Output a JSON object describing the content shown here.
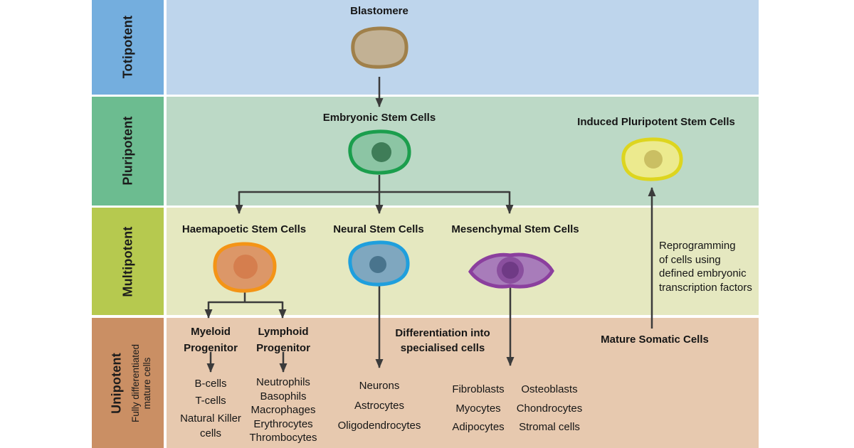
{
  "colors": {
    "arrow": "#3b3b3b",
    "totipotent_sidebar": "#74aede",
    "totipotent_band": "#bed5ec",
    "pluripotent_sidebar": "#6cbc90",
    "pluripotent_band": "#bcd9c6",
    "multipotent_sidebar": "#b6c94f",
    "multipotent_band": "#e5e8c0",
    "unipotent_sidebar": "#ca8f64",
    "unipotent_band": "#e7c9af",
    "blastomere_fill": "#c2b194",
    "blastomere_stroke": "#a0804a",
    "esc_fill": "#8cc5a4",
    "esc_stroke": "#1b9e4d",
    "esc_nucleus": "#3f7d58",
    "ipsc_fill": "#ecea8e",
    "ipsc_stroke": "#ddd51f",
    "ipsc_nucleus": "#cabf63",
    "hsc_fill": "#dc9768",
    "hsc_stroke": "#f49416",
    "hsc_nucleus": "#d57e4e",
    "nsc_fill": "#7fa7bf",
    "nsc_stroke": "#1f9fdd",
    "nsc_nucleus": "#49748d",
    "msc_fill": "#a87cba",
    "msc_stroke": "#8b3f9e",
    "msc_nucleus_outer": "#8a4f9e",
    "msc_nucleus_inner": "#6f3a85"
  },
  "sidebar": {
    "rows": [
      {
        "label": "Totipotent",
        "sublabel": ""
      },
      {
        "label": "Pluripotent",
        "sublabel": ""
      },
      {
        "label": "Multipotent",
        "sublabel": ""
      },
      {
        "label": "Unipotent",
        "sublabel": "Fully differentiated\nmature cells"
      }
    ]
  },
  "nodes": {
    "blastomere": {
      "label": "Blastomere"
    },
    "embryonic": {
      "label": "Embryonic Stem Cells"
    },
    "induced": {
      "label": "Induced Pluripotent Stem Cells"
    },
    "haemapoetic": {
      "label": "Haemapoetic Stem Cells"
    },
    "neural": {
      "label": "Neural Stem Cells"
    },
    "mesenchymal": {
      "label": "Mesenchymal Stem Cells"
    },
    "myeloid": {
      "label": "Myeloid\nProgenitor"
    },
    "lymphoid": {
      "label": "Lymphoid\nProgenitor"
    }
  },
  "annotations": {
    "differentiation": "Differentiation into\nspecialised cells",
    "mature_somatic": "Mature Somatic Cells",
    "reprogramming": "Reprogramming\nof cells using\ndefined embryonic\ntranscription factors"
  },
  "lists": {
    "myeloid_derived": [
      "B-cells",
      "T-cells",
      "Natural Killer\ncells"
    ],
    "lymphoid_derived": [
      "Neutrophils",
      "Basophils",
      "Macrophages",
      "Erythrocytes",
      "Thrombocytes"
    ],
    "neural_derived": [
      "Neurons",
      "Astrocytes",
      "Oligodendrocytes"
    ],
    "mesenchymal_derived_left": [
      "Fibroblasts",
      "Myocytes",
      "Adipocytes"
    ],
    "mesenchymal_derived_right": [
      "Osteoblasts",
      "Chondrocytes",
      "Stromal cells"
    ]
  }
}
